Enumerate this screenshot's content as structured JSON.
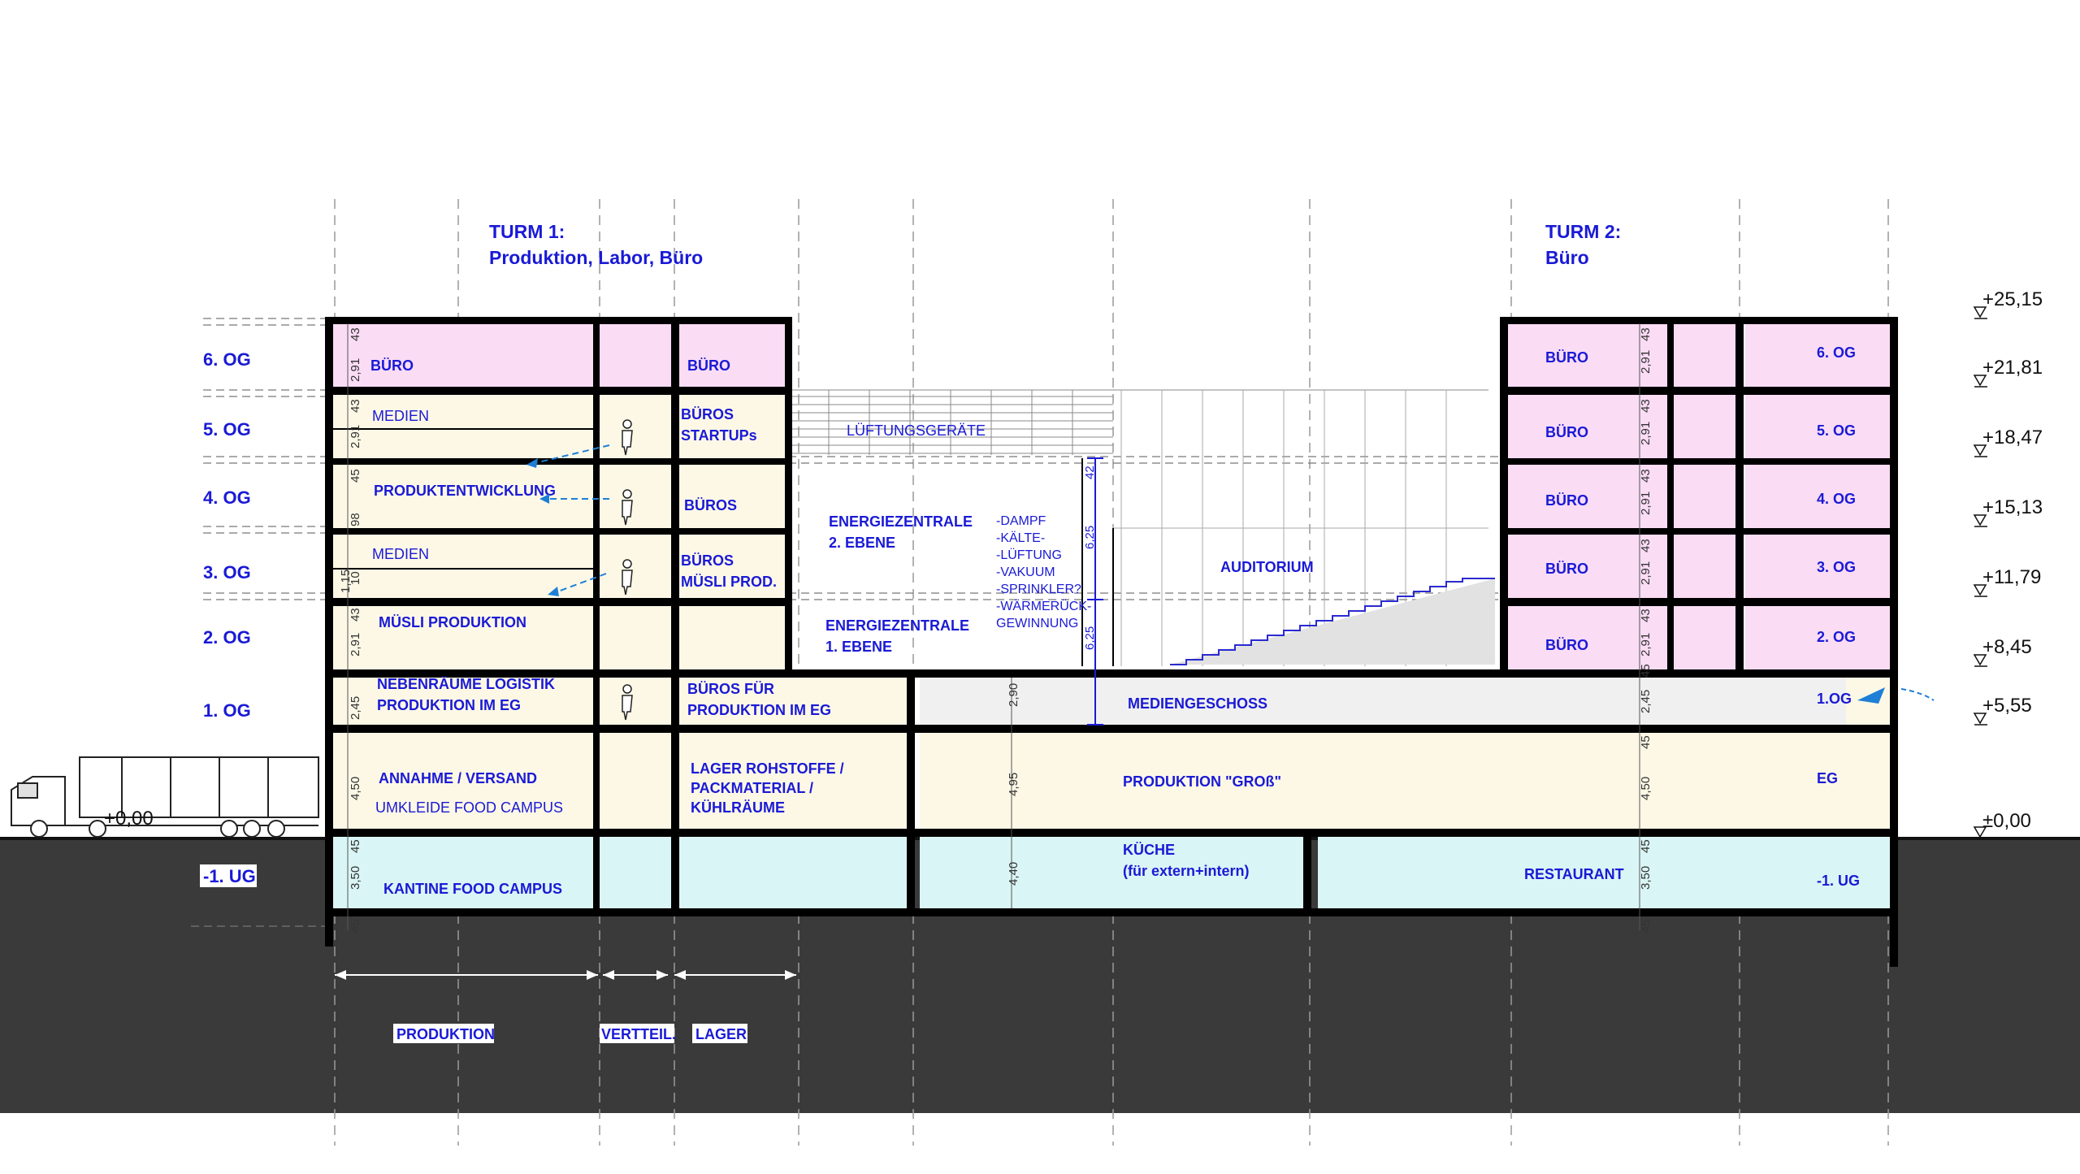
{
  "tower1": {
    "line1": "TURM 1:",
    "line2": "Produktion, Labor, Büro"
  },
  "tower2": {
    "line1": "TURM 2:",
    "line2": "Büro"
  },
  "floors_left": [
    "6. OG",
    "5. OG",
    "4. OG",
    "3. OG",
    "2. OG",
    "1. OG",
    "EG",
    "-1. UG"
  ],
  "levels": [
    "+25,15",
    "+21,81",
    "+18,47",
    "+15,13",
    "+11,79",
    "+8,45",
    "+5,55",
    "±0,00"
  ],
  "ground_level": "+0,00",
  "rooms": {
    "buero_6og": "BÜRO",
    "buero_6og_b": "BÜRO",
    "medien_5og": "MEDIEN",
    "bueros_startups_1": "BÜROS",
    "bueros_startups_2": "STARTUPs",
    "lueftung": "LÜFTUNGSGERÄTE",
    "produktentwicklung": "PRODUKTENTWICKLUNG",
    "bueros_4og": "BÜROS",
    "medien_3og": "MEDIEN",
    "bueros_muesli_1": "BÜROS",
    "bueros_muesli_2": "MÜSLI PROD.",
    "muesli_produktion": "MÜSLI PRODUKTION",
    "energie2_1": "ENERGIEZENTRALE",
    "energie2_2": "2. EBENE",
    "energie1_1": "ENERGIEZENTRALE",
    "energie1_2": "1. EBENE",
    "auditorium": "AUDITORIUM",
    "neben_1": "NEBENRÄUME  LOGISTIK",
    "neben_2": "PRODUKTION IM EG",
    "bueros_eg_1": "BÜROS FÜR",
    "bueros_eg_2": "PRODUKTION IM EG",
    "mediengeschoss": "MEDIENGESCHOSS",
    "annahme": "ANNAHME / VERSAND",
    "umkleide": "UMKLEIDE FOOD CAMPUS",
    "lager_1": "LAGER ROHSTOFFE /",
    "lager_2": "PACKMATERIAL /",
    "lager_3": "KÜHLRÄUME",
    "produktion_gross": "PRODUKTION \"GROß\"",
    "kantine": "KANTINE FOOD CAMPUS",
    "kueche_1": "KÜCHE",
    "kueche_2": "(für extern+intern)",
    "restaurant": "RESTAURANT"
  },
  "energy_list": [
    "-DAMPF",
    "-KÄLTE-",
    "-LÜFTUNG",
    "-VAKUUM",
    "-SPRINKLER?",
    "-WÄRMERÜCK-",
    " GEWINNUNG"
  ],
  "tower2_rooms": {
    "buero": [
      "BÜRO",
      "BÜRO",
      "BÜRO",
      "BÜRO",
      "BÜRO"
    ],
    "floors": [
      "6. OG",
      "5. OG",
      "4. OG",
      "3. OG",
      "2. OG",
      "1.OG",
      "EG",
      "-1. UG"
    ]
  },
  "bottom_labels": {
    "produktion": "PRODUKTION",
    "verteil": "VERTTEIL.",
    "lager": "LAGER"
  },
  "dimensions": {
    "d291": "2,91",
    "d43": "43",
    "d45": "45",
    "d98": "98",
    "d115": "1,15",
    "d10": "10",
    "d245": "2,45",
    "d450": "4,50",
    "d350": "3,50",
    "d290": "2,90",
    "d495": "4,95",
    "d440": "4,40",
    "d42": "42",
    "d625": "6,25"
  },
  "colors": {
    "pink": "#fadcf5",
    "cream": "#fdf8e6",
    "cyan": "#daf5f5",
    "grey_room": "#f0f0f0",
    "ground": "#3a3a3a",
    "label": "#1a1ad6",
    "wall": "#000000"
  }
}
